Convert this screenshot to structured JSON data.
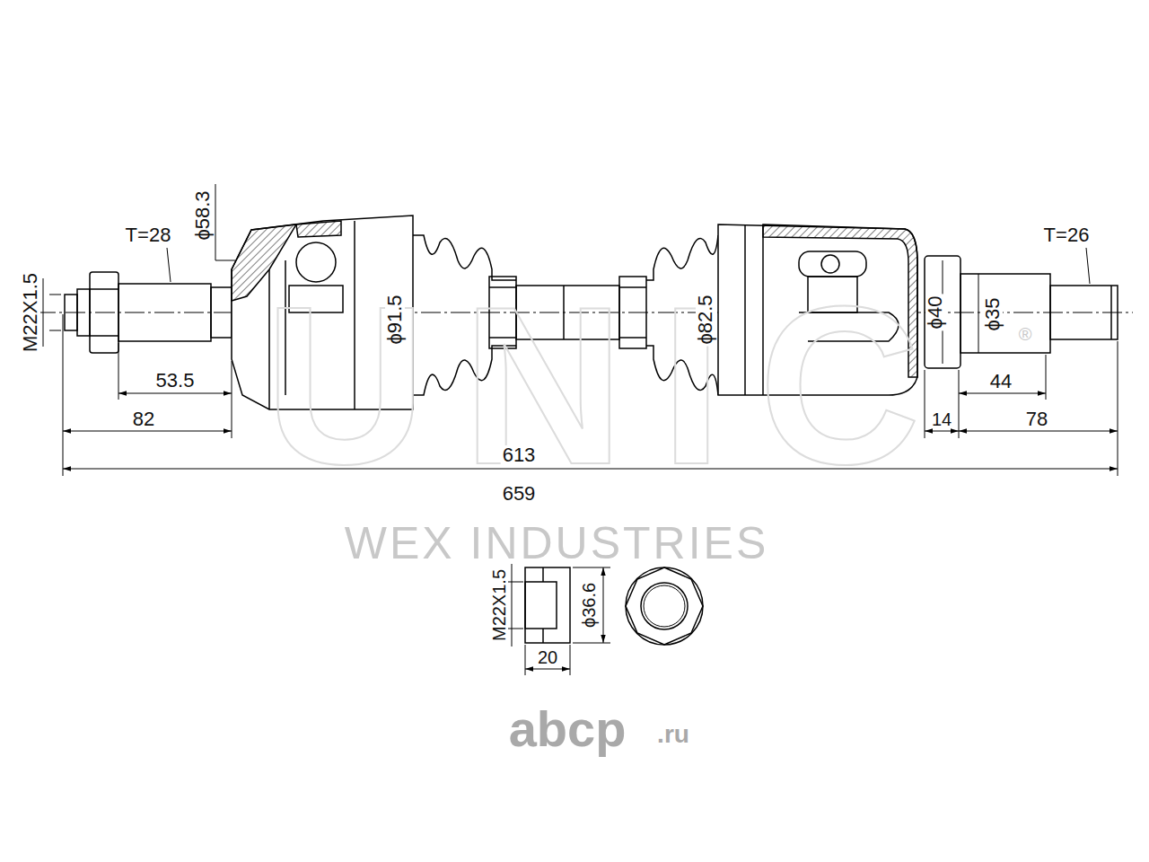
{
  "diagram": {
    "labels": [
      "T=28",
      "ϕ58.3",
      "M22X1.5",
      "ϕ91.5",
      "ϕ82.5",
      "ϕ40",
      "ϕ35",
      "T=26",
      "53.5",
      "82",
      "14",
      "44",
      "78",
      "613",
      "659",
      "M22X1.5",
      "ϕ36.6",
      "20",
      "UNIC",
      "®",
      "WEX INDUSTRIES",
      "abcp",
      ".ru"
    ]
  }
}
